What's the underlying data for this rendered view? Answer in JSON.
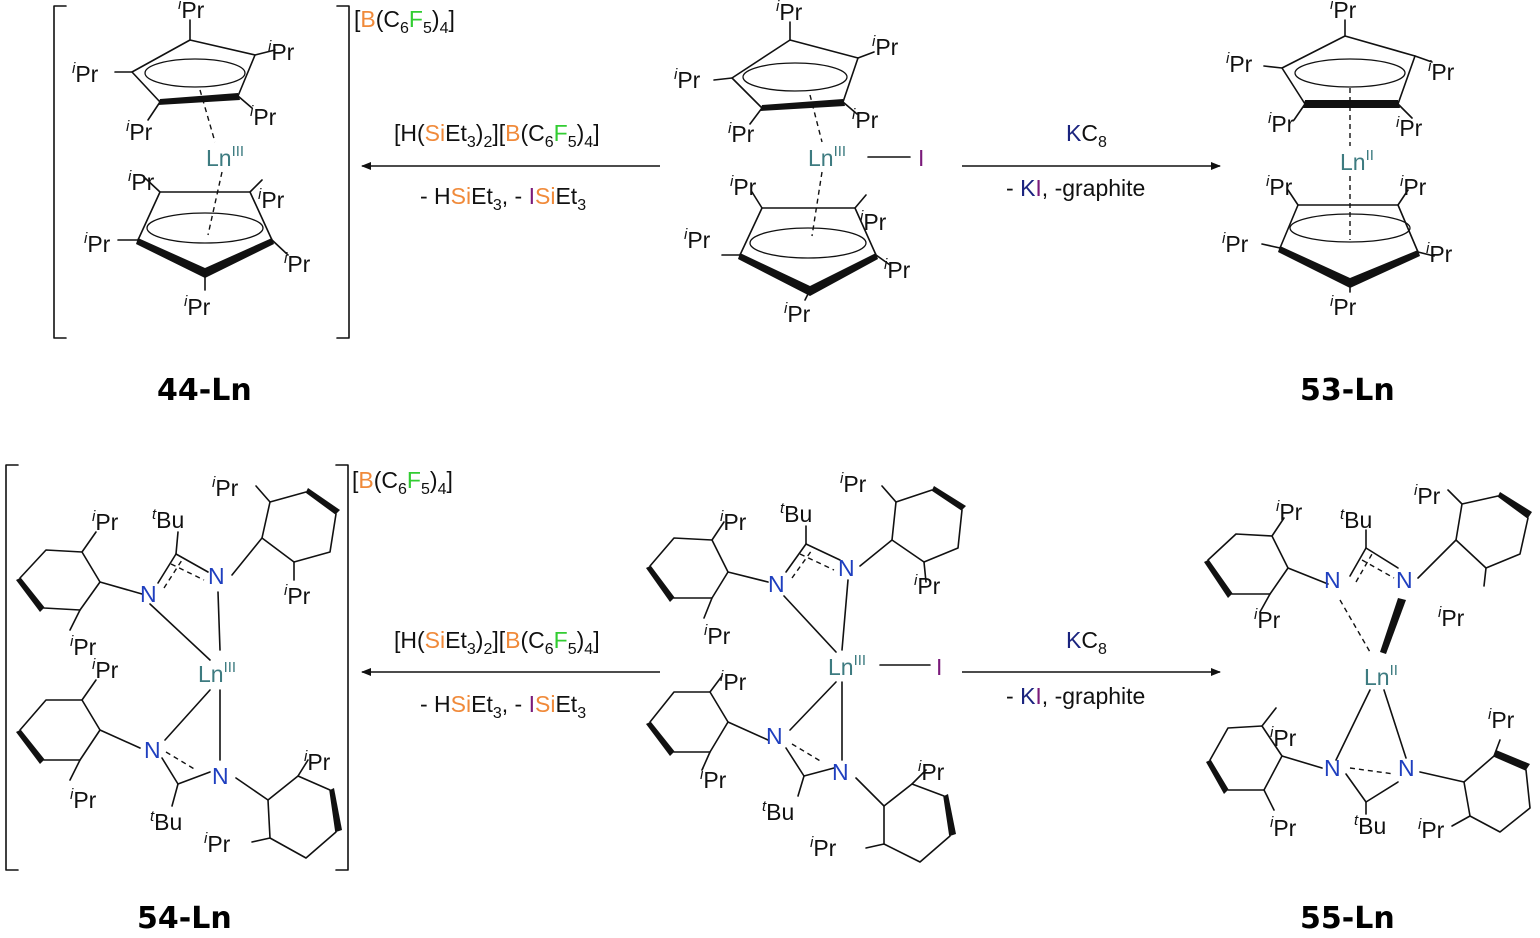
{
  "colors": {
    "ln": "#3d7b80",
    "iodine": "#7a1a7a",
    "potassium": "#1a237e",
    "nitrogen": "#1f3fbf",
    "silicon": "#f08a3a",
    "boron": "#f08a3a",
    "fluorine": "#32cd32"
  },
  "glyphs": {
    "iPr_super": "i",
    "iPr_main": "Pr",
    "tBu_super": "t",
    "tBu_main": "Bu",
    "Ln": "Ln",
    "ox3": "III",
    "ox2": "II",
    "N": "N",
    "I": "I"
  },
  "counterion": {
    "open": "[",
    "B": "B",
    "paren_open": "(C",
    "six": "6",
    "F": "F",
    "five": "5",
    "paren_close": ")",
    "four": "4",
    "close": "]"
  },
  "reagents": {
    "left": {
      "above": {
        "p1": "[H(",
        "Si": "Si",
        "p2": "Et",
        "sub3": "3",
        "p3": ")",
        "sub2": "2",
        "p4": "][",
        "B": "B",
        "p5": "(C",
        "sub6": "6",
        "F": "F",
        "sub5": "5",
        "p6": ")",
        "sub4": "4",
        "p7": "]"
      },
      "below": {
        "p1": "- H",
        "Si1": "Si",
        "p2": "Et",
        "sub3a": "3",
        "p3": ", - ",
        "I": "I",
        "Si2": "Si",
        "p4": "Et",
        "sub3b": "3"
      }
    },
    "right": {
      "above": {
        "K": "K",
        "C": "C",
        "sub8": "8"
      },
      "below": {
        "p1": "- ",
        "K": "K",
        "I": "I",
        "p2": ", -graphite"
      }
    }
  },
  "compound_labels": {
    "c44": "44-Ln",
    "c53": "53-Ln",
    "c54": "54-Ln",
    "c55": "55-Ln"
  }
}
